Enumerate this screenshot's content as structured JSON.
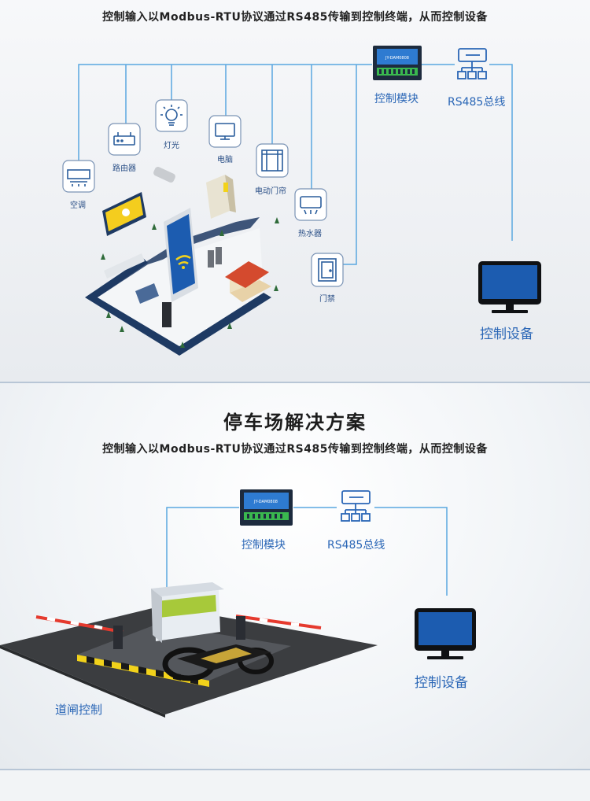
{
  "section1": {
    "subtitle": "控制输入以Modbus-RTU协议通过RS485传输到控制终端，从而控制设备",
    "module_label": "控制模块",
    "bus_label": "RS485总线",
    "monitor_label": "控制设备",
    "devices": [
      "空调",
      "路由器",
      "灯光",
      "电脑",
      "电动门帘",
      "热水器",
      "门禁"
    ]
  },
  "section2": {
    "title": "停车场解决方案",
    "subtitle": "控制输入以Modbus-RTU协议通过RS485传输到控制终端，从而控制设备",
    "module_label": "控制模块",
    "bus_label": "RS485总线",
    "monitor_label": "控制设备",
    "gate_label": "道闸控制"
  },
  "colors": {
    "accent": "#2a66b6",
    "line": "#5aa7e0",
    "icon_stroke": "#2a5d9c",
    "road": "#1e3a63",
    "asphalt": "#3b3d40",
    "stripe_yellow": "#f2d21b"
  }
}
